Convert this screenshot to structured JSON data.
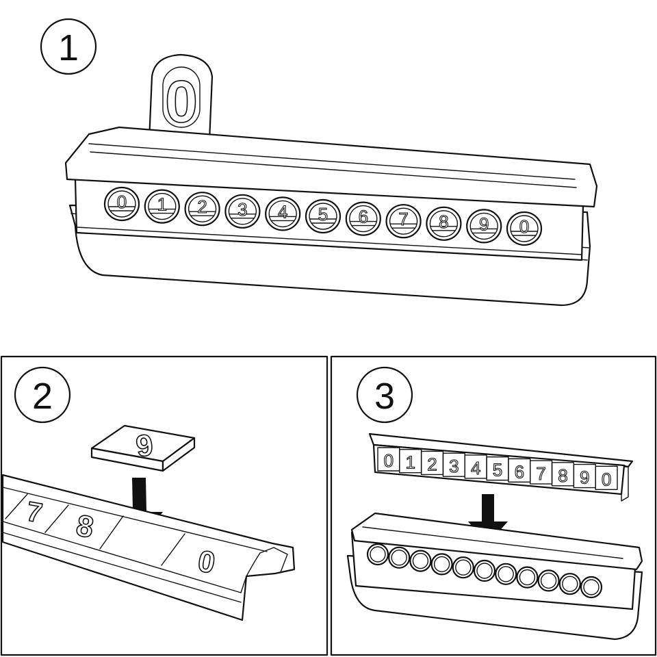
{
  "steps": [
    {
      "number": "1"
    },
    {
      "number": "2"
    },
    {
      "number": "3"
    }
  ],
  "step1": {
    "card_digit": "0",
    "window_digits": [
      "0",
      "1",
      "2",
      "3",
      "4",
      "5",
      "6",
      "7",
      "8",
      "9",
      "0"
    ]
  },
  "step2": {
    "card_digit": "9",
    "tray_digits": [
      "7",
      "8",
      "0"
    ]
  },
  "step3": {
    "strip_digits": [
      "0",
      "1",
      "2",
      "3",
      "4",
      "5",
      "6",
      "7",
      "8",
      "9",
      "0"
    ]
  },
  "colors": {
    "line": "#111111",
    "background": "#ffffff"
  }
}
